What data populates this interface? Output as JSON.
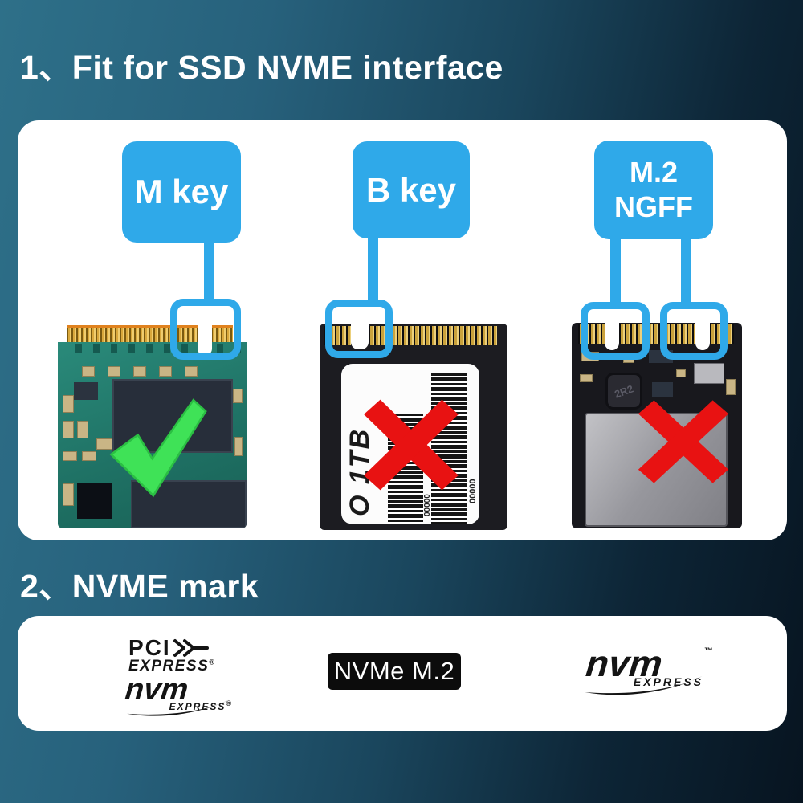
{
  "colors": {
    "accent_blue": "#2fa9e9",
    "check_green": "#3fe257",
    "cross_red": "#e81212",
    "panel_white": "#ffffff"
  },
  "section1": {
    "title": "1、Fit for SSD NVME interface",
    "labels": {
      "m_key": "M key",
      "b_key": "B key",
      "ngff_line1": "M.2",
      "ngff_line2": "NGFF"
    },
    "ssd2": {
      "label_text": "O 1TB",
      "serial": "00000"
    },
    "ssd3": {
      "inductor_label": "2R2"
    }
  },
  "section2": {
    "title": "2、NVME mark",
    "logos": {
      "pcie": {
        "brand": "PCI",
        "sub": "EXPRESS",
        "reg": "®"
      },
      "nvm_stack": {
        "brand": "nvm",
        "sub": "EXPRESS",
        "reg": "®"
      },
      "nvme_m2": {
        "text": "NVMe M.2"
      },
      "nvm": {
        "brand": "nvm",
        "sub": "EXPRESS",
        "tm": "™"
      }
    }
  }
}
